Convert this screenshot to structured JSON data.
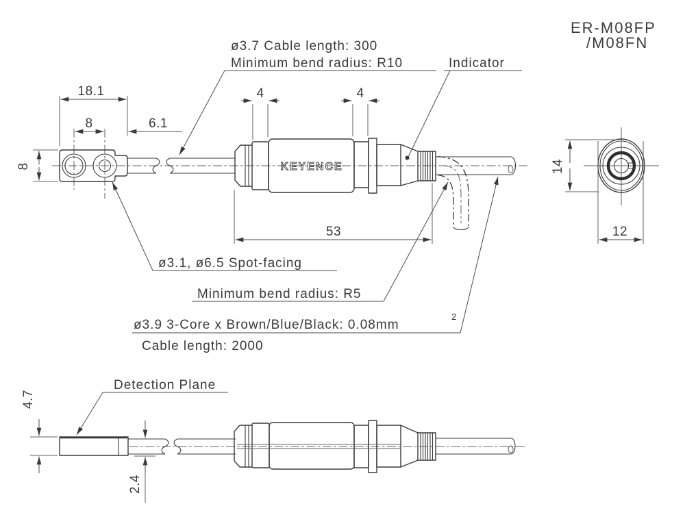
{
  "model": {
    "line1": "ER-M08FP",
    "line2": "/M08FN"
  },
  "logo": "KEYENCE",
  "annotations": {
    "cable_spec_line1": "ø3.7 Cable length:  300",
    "cable_spec_line2": "Minimum bend radius:  R10",
    "indicator": "Indicator",
    "spot_facing": "ø3.1, ø6.5 Spot-facing",
    "min_bend_radius": "Minimum bend radius: R5",
    "core_spec": "ø3.9 3-Core x Brown/Blue/Black: 0.08mm",
    "core_spec_superscript": "2",
    "cable_length": "Cable length: 2000",
    "detection_plane": "Detection Plane"
  },
  "dimensions": {
    "head_length": "18.1",
    "hole_pitch": "8",
    "head_height": "8",
    "hole_to_edge": "6.1",
    "band_left": "4",
    "band_right": "4",
    "body_length": "53",
    "connector_height": "14",
    "connector_width": "12",
    "head_thickness": "4.7",
    "cable_offset": "2.4"
  },
  "colors": {
    "line": "#3a3a3a",
    "thin_line": "#5f5f5f",
    "background": "#ffffff"
  }
}
